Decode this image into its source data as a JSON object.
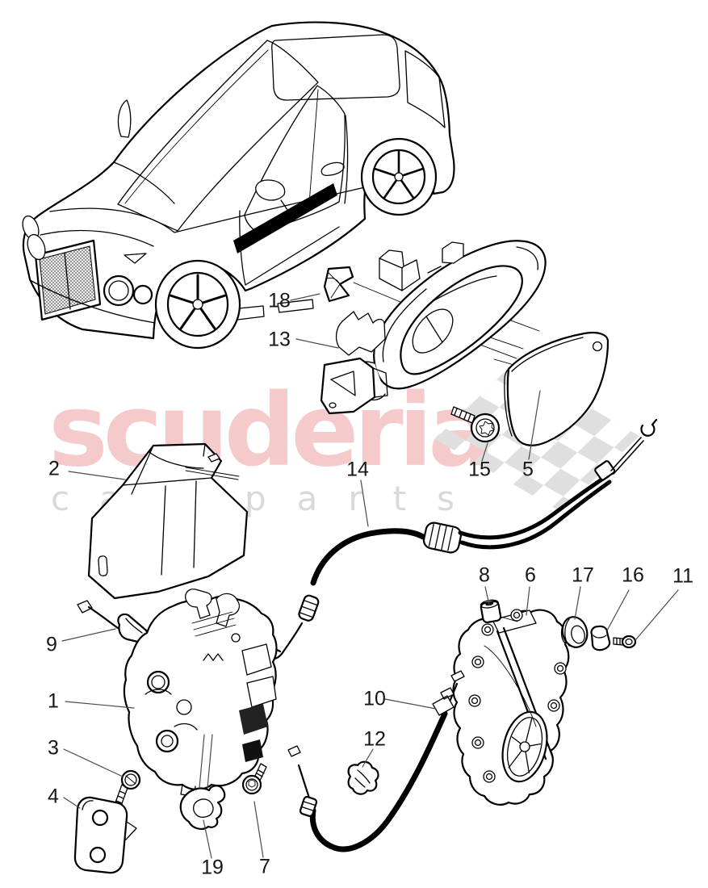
{
  "watermark": {
    "brand": "scuderia",
    "word1": "car",
    "word2": "parts",
    "brand_color": "#f5caca",
    "letters_color": "#d9d9d9",
    "flag_color": "#dfdfdf"
  },
  "diagram": {
    "callouts": [
      {
        "label": "18"
      },
      {
        "label": "13"
      },
      {
        "label": "2"
      },
      {
        "label": "14"
      },
      {
        "label": "15"
      },
      {
        "label": "5"
      },
      {
        "label": "9"
      },
      {
        "label": "8"
      },
      {
        "label": "6"
      },
      {
        "label": "17"
      },
      {
        "label": "16"
      },
      {
        "label": "11"
      },
      {
        "label": "1"
      },
      {
        "label": "10"
      },
      {
        "label": "12"
      },
      {
        "label": "3"
      },
      {
        "label": "4"
      },
      {
        "label": "19"
      },
      {
        "label": "7"
      }
    ]
  },
  "colors": {
    "background": "#ffffff",
    "line": "#000000",
    "leader": "#4a4a4a",
    "callout_text": "#161616",
    "stripe": "#000000"
  }
}
